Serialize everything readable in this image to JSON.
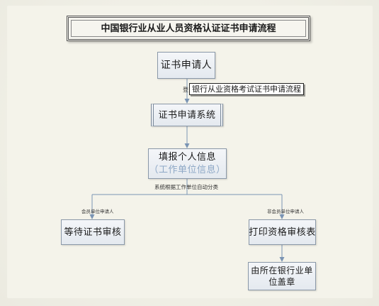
{
  "diagram": {
    "title": "中国银行业从业人员资格认证证书申请流程",
    "nodes": {
      "applicant": "证书申请人",
      "system": "证书申请系统",
      "fill_info": "填报个人信息",
      "fill_info_sub": "（工作单位信息）",
      "wait": "等待证书审核",
      "print": "打印资格审核表",
      "seal_line1": "由所在银行业单",
      "seal_line2": "位盖章"
    },
    "edge_labels": {
      "login_stub": "登",
      "auto_classify": "系统根据工作单位自动分类",
      "member_unit": "会员单位申请人",
      "non_member_unit": "非会员单位申请人"
    },
    "tooltip": "银行从业资格考试证书申请流程",
    "colors": {
      "box_border": "#8a98a8",
      "line": "#7a94b4",
      "sub_text": "#8ea8c6"
    }
  }
}
